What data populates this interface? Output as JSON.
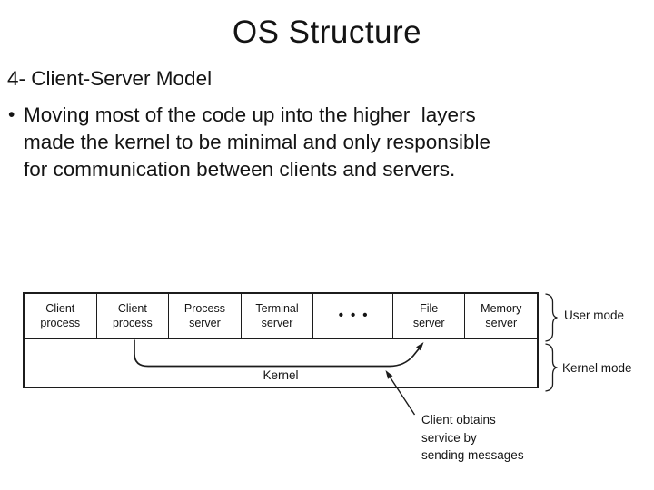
{
  "title": "OS Structure",
  "subtitle": "4- Client-Server Model",
  "bullet": {
    "marker": "•",
    "lines": [
      "Moving most of the code up into the higher  layers",
      "made the kernel to be minimal and only responsible",
      "for communication between clients and servers."
    ]
  },
  "diagram": {
    "boxes": [
      "Client\nprocess",
      "Client\nprocess",
      "Process\nserver",
      "Terminal\nserver",
      "•••",
      "File\nserver",
      "Memory\nserver"
    ],
    "kernel_label": "Kernel",
    "user_mode_label": "User mode",
    "kernel_mode_label": "Kernel mode",
    "annotation_lines": [
      "Client obtains",
      "service by",
      "sending messages"
    ],
    "line_color": "#1c1c1c"
  }
}
